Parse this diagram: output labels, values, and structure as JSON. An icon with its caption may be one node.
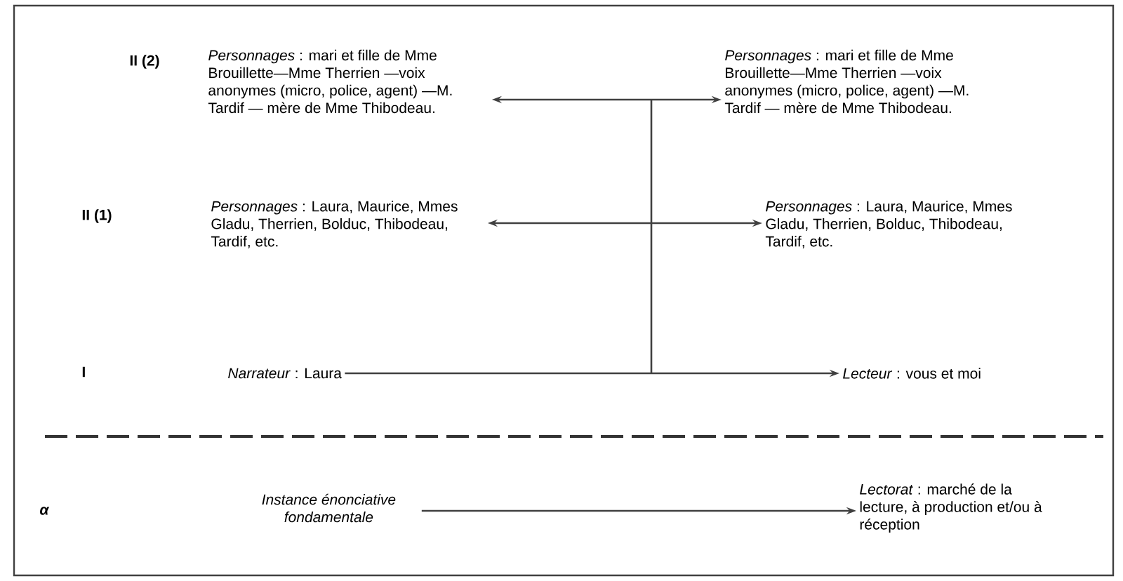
{
  "diagram": {
    "nodes": [
      {
        "text": [
          "*Personnages* : mari et fille de Mme Brouillette—Mme Therrien —voix anonymes (micro, police, agent) —M. Tardif — mère de Mme Thibodeau."
        ]
      },
      {
        "text": [
          "*Personnages* : mari et fille de Mme Brouillette—Mme Therrien —voix anonymes (micro, police, agent) —M. Tardif — mère de Mme Thibodeau."
        ]
      },
      {
        "text": [
          "*Personnages* : Laura, Maurice, Mmes Gladu, Therrien, Bolduc, Thibodeau, Tardif, etc."
        ]
      },
      {
        "text": [
          "*Personnages* : Laura, Maurice, Mmes Gladu, Therrien, Bolduc, Thibodeau, Tardif, etc."
        ]
      },
      {
        "text": [
          "*Narrateur* : Laura"
        ]
      },
      {
        "text": [
          "*Lecteur* : vous et moi"
        ]
      },
      {
        "text": [
          "Instance énonciative fondamentale"
        ]
      },
      {
        "text": [
          "*Lectorat* : marché de la lecture, à production et/ou à réception"
        ]
      }
    ],
    "edges": [
      {
        "from": 0,
        "to": 1,
        "arrow": "both"
      },
      {
        "from": 2,
        "to": 3,
        "arrow": "both"
      },
      {
        "from": 4,
        "to": 5,
        "arrow": "to"
      },
      {
        "from": 6,
        "to": 7,
        "arrow": "to"
      }
    ],
    "labels": [
      "II (2)",
      "II (1)",
      "I",
      "α"
    ]
  }
}
